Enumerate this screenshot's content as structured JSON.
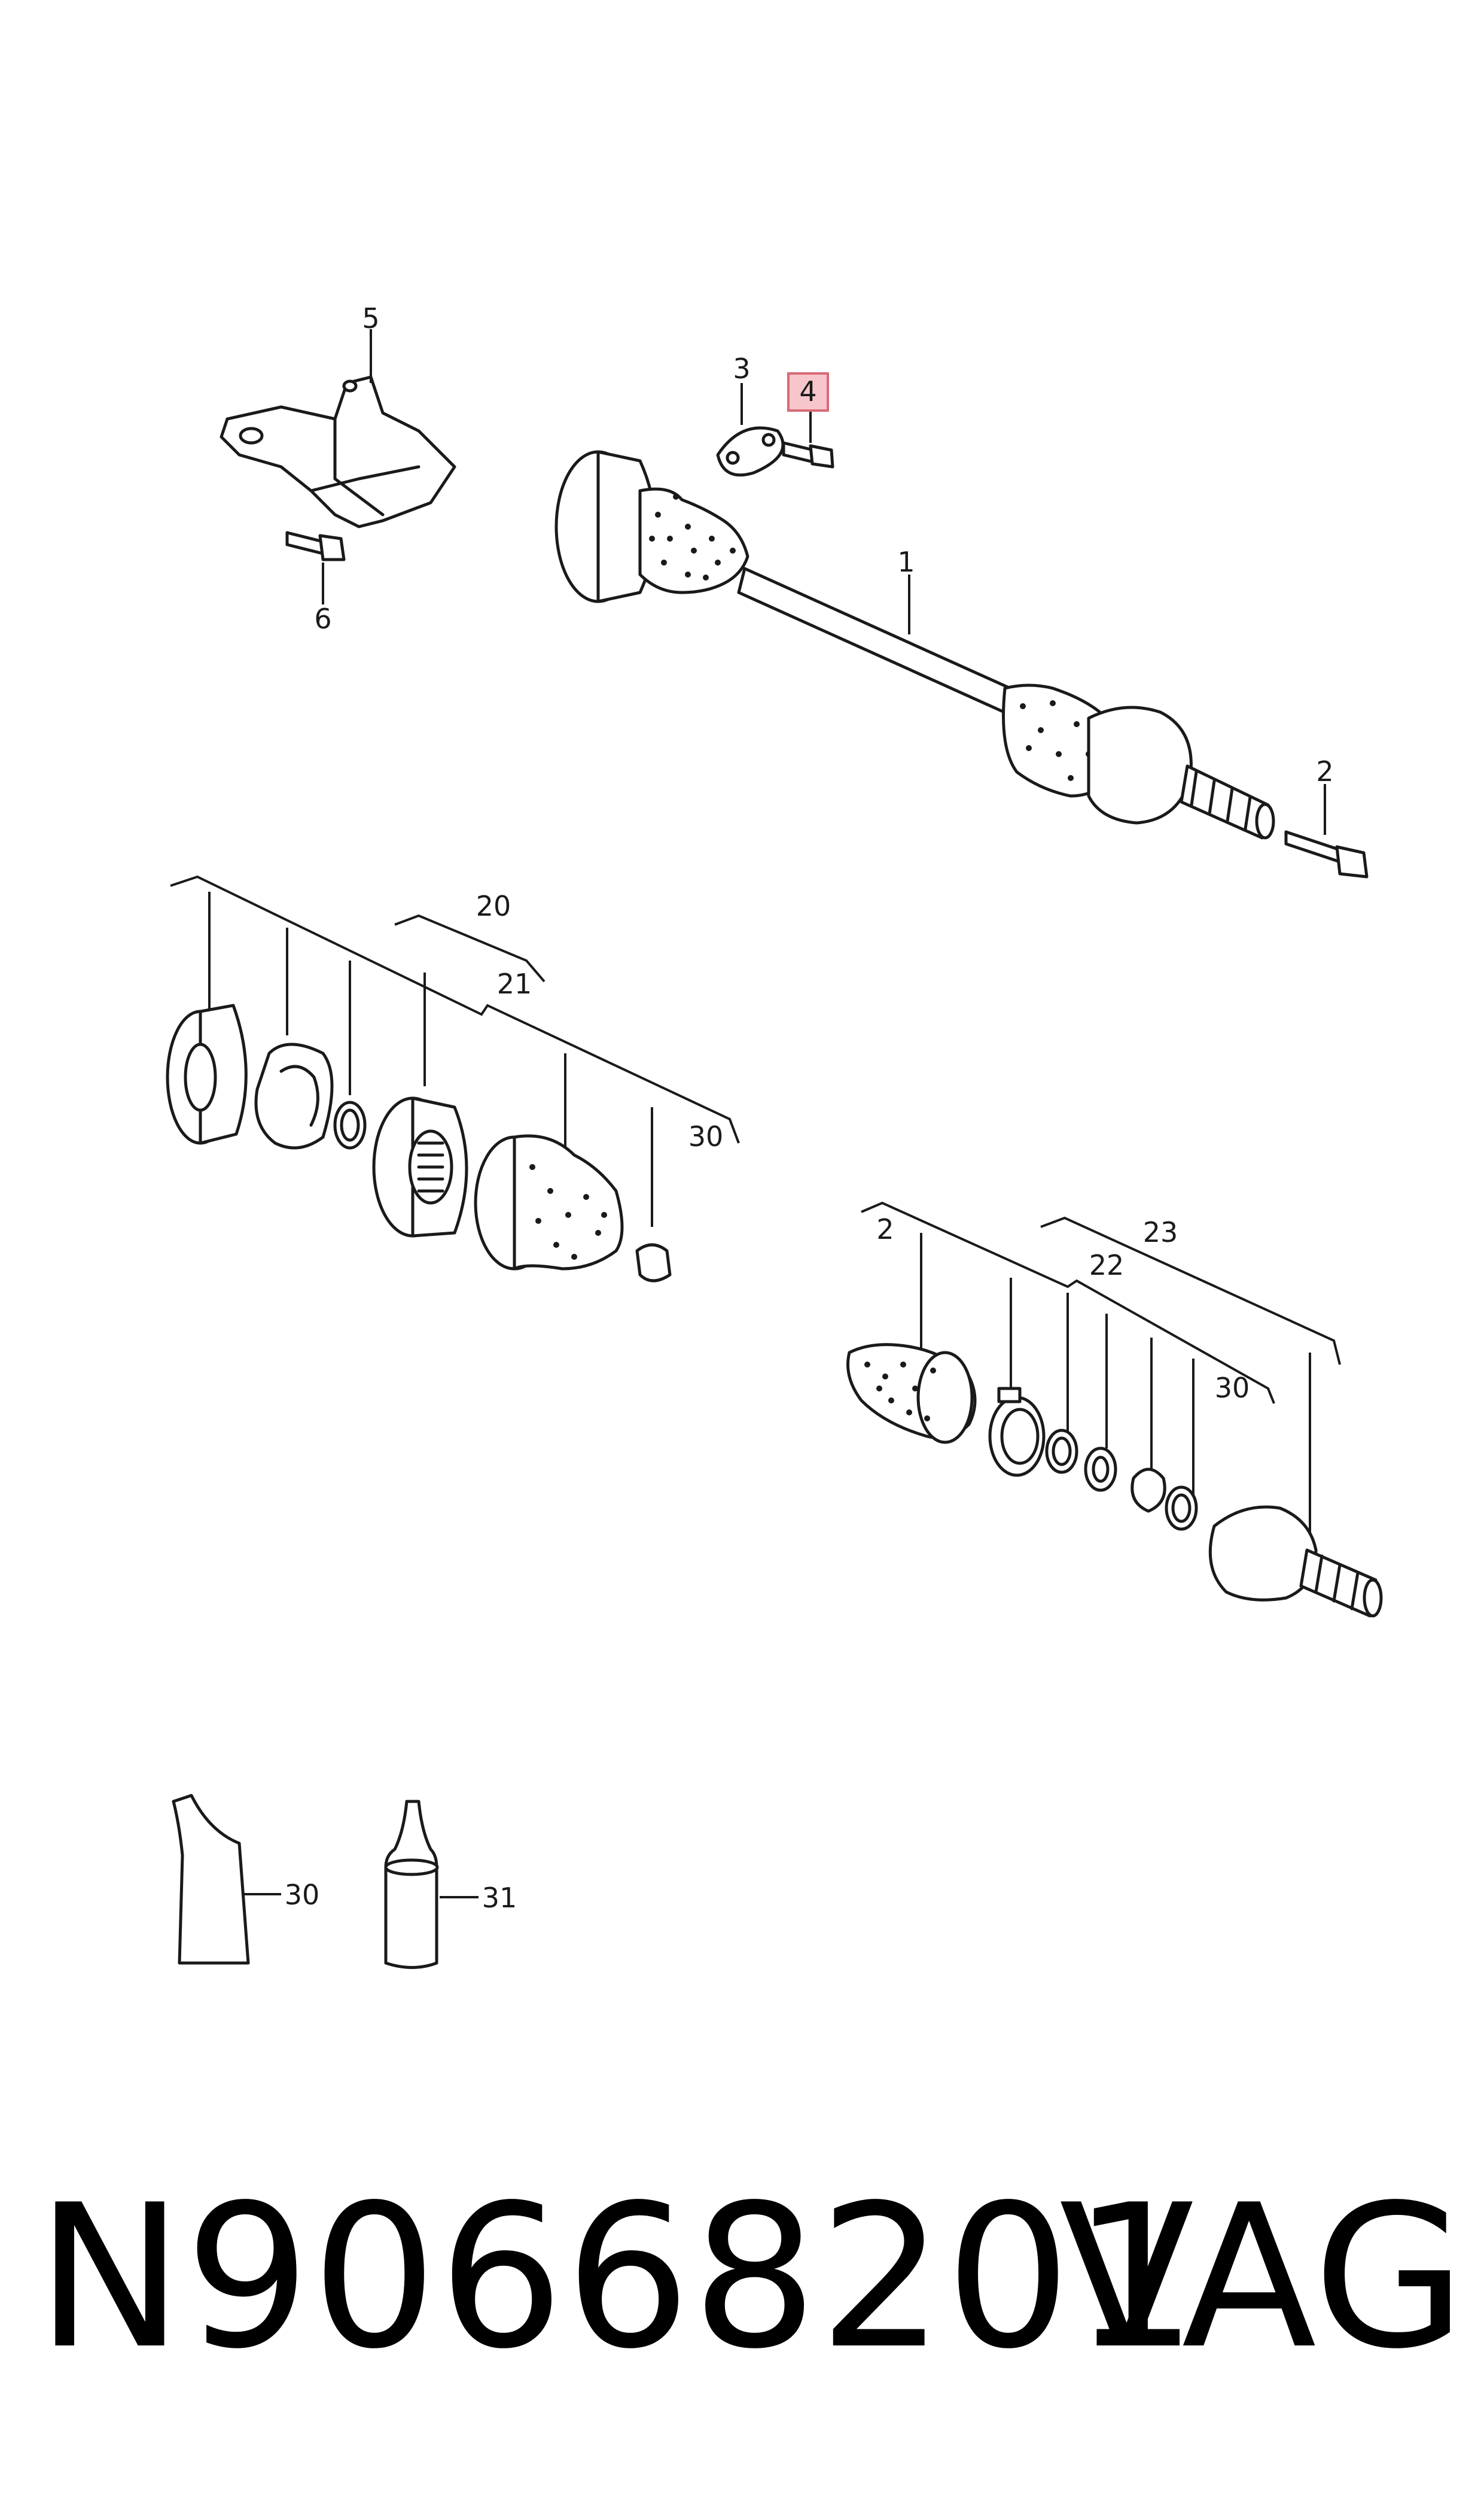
{
  "diagram": {
    "callouts": {
      "c1": "1",
      "c2_top": "2",
      "c3": "3",
      "c4": "4",
      "c5": "5",
      "c6": "6",
      "c20": "20",
      "c21": "21",
      "c30_left": "30",
      "c2_right": "2",
      "c22": "22",
      "c23": "23",
      "c30_right": "30",
      "c30_tube": "30",
      "c31": "31"
    },
    "highlight_color": "#f7c6cc",
    "highlight_border": "#d86a78"
  },
  "footer": {
    "part_number": "N90668201",
    "brand": "VAG"
  }
}
